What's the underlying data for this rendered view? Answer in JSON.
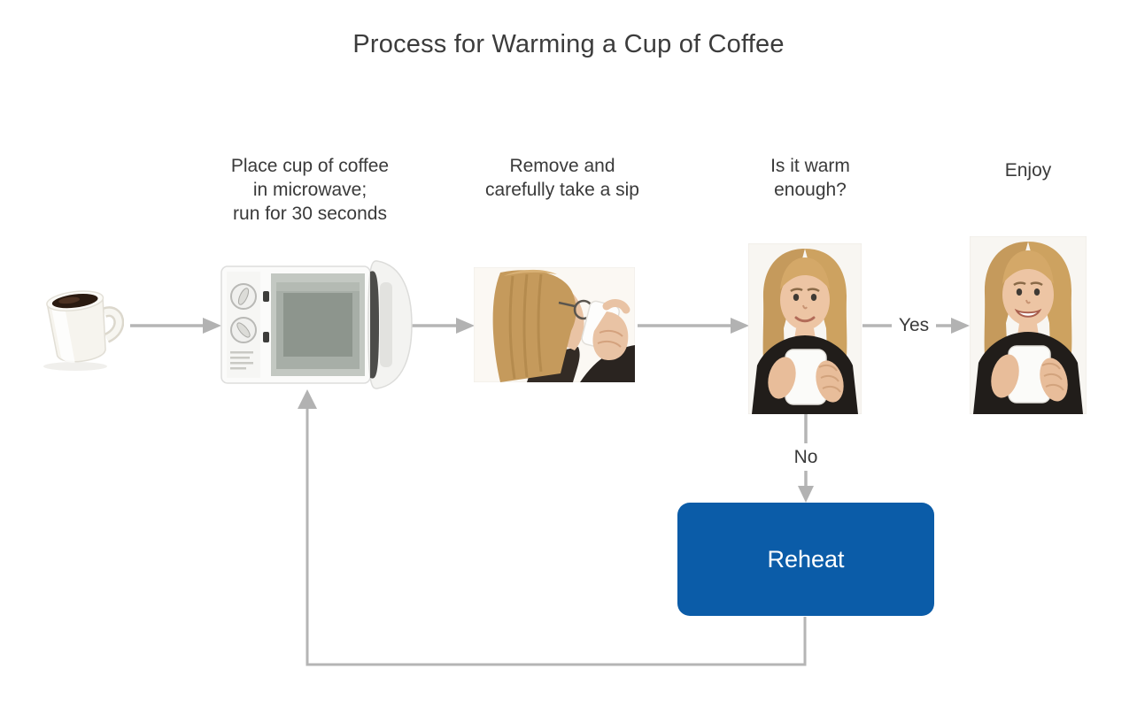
{
  "title": "Process for Warming a Cup of Coffee",
  "flowchart": {
    "steps": [
      {
        "id": "coffee-cup",
        "label": ""
      },
      {
        "id": "microwave",
        "label": "Place cup of coffee\nin microwave;\nrun for 30 seconds"
      },
      {
        "id": "take-sip",
        "label": "Remove and\ncarefully take a sip"
      },
      {
        "id": "warm-enough",
        "label": "Is it warm\nenough?"
      },
      {
        "id": "enjoy",
        "label": "Enjoy"
      }
    ],
    "branch_labels": {
      "yes": "Yes",
      "no": "No"
    },
    "reheat_node": {
      "label": "Reheat"
    }
  },
  "colors": {
    "connector": "#b5b5b5",
    "text": "#3a3a3a",
    "reheat_bg": "#0b5ca8",
    "reheat_text": "#ffffff",
    "background": "#ffffff"
  }
}
